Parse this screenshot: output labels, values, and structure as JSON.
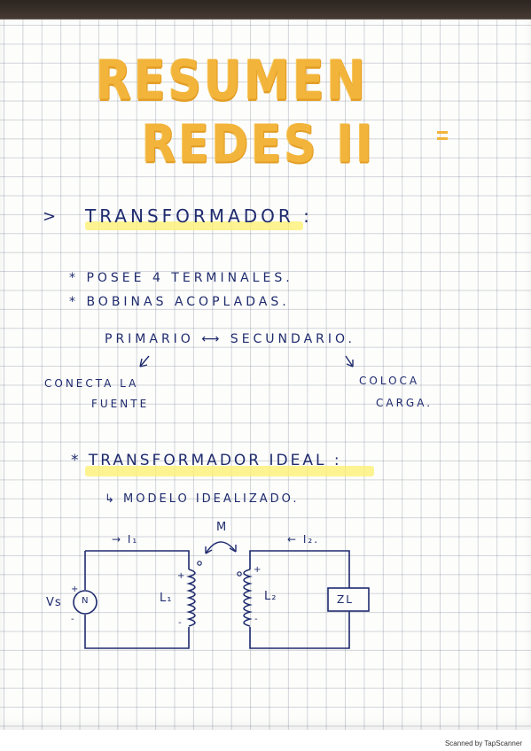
{
  "title": {
    "line1": "RESUMEN",
    "line2": "REDES II"
  },
  "section1": {
    "bullet": ">",
    "heading": "TRANSFORMADOR :",
    "items": [
      "* POSEE 4 TERMINALES.",
      "* BOBINAS ACOPLADAS."
    ]
  },
  "primario_secundario": {
    "row": "PRIMARIO ⟷ SECUNDARIO.",
    "left_note_1": "CONECTA LA",
    "left_note_2": "FUENTE",
    "right_note_1": "COLOCA",
    "right_note_2": "CARGA."
  },
  "section2": {
    "heading": "* TRANSFORMADOR IDEAL :",
    "subline": "↳ MODELO IDEALIZADO."
  },
  "circuit": {
    "mutual": "M",
    "i1": "→ I₁",
    "i2": "← I₂.",
    "source_label": "Vs",
    "source_symbol": "N",
    "l1": "L₁",
    "l2": "L₂",
    "load": "ZL",
    "plus": "+",
    "minus": "-"
  },
  "footer": {
    "scanned": "Scanned by TapScanner"
  },
  "colors": {
    "title": "#f2b43a",
    "ink": "#1f2b6e",
    "highlight": "#fcf06e"
  }
}
